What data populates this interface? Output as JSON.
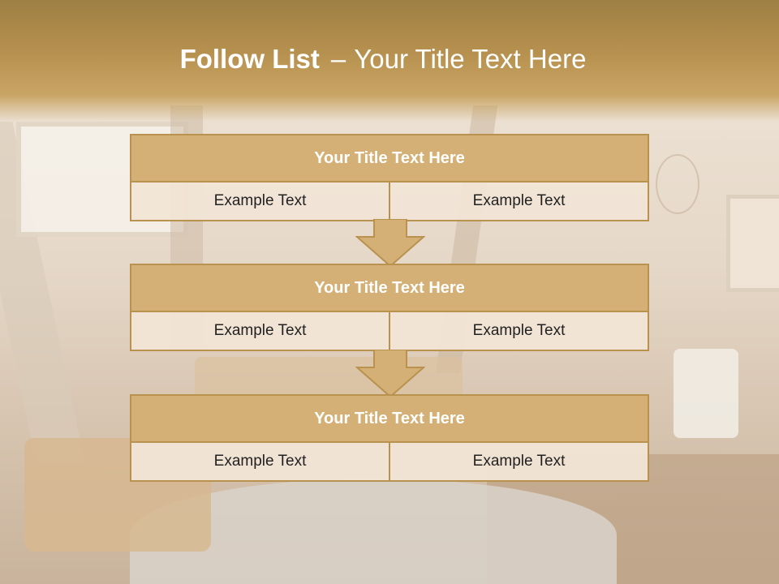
{
  "header": {
    "title_bold": "Follow List",
    "title_separator": "–",
    "title_rest": "Your Title Text Here"
  },
  "blocks": [
    {
      "title": "Your Title Text Here",
      "left": "Example Text",
      "right": "Example Text"
    },
    {
      "title": "Your Title Text Here",
      "left": "Example Text",
      "right": "Example Text"
    },
    {
      "title": "Your Title Text Here",
      "left": "Example Text",
      "right": "Example Text"
    }
  ],
  "colors": {
    "header": "#b7914f",
    "block_head": "#d4b076",
    "block_border": "#b8924e",
    "cell_bg": "#f1e5d6"
  }
}
